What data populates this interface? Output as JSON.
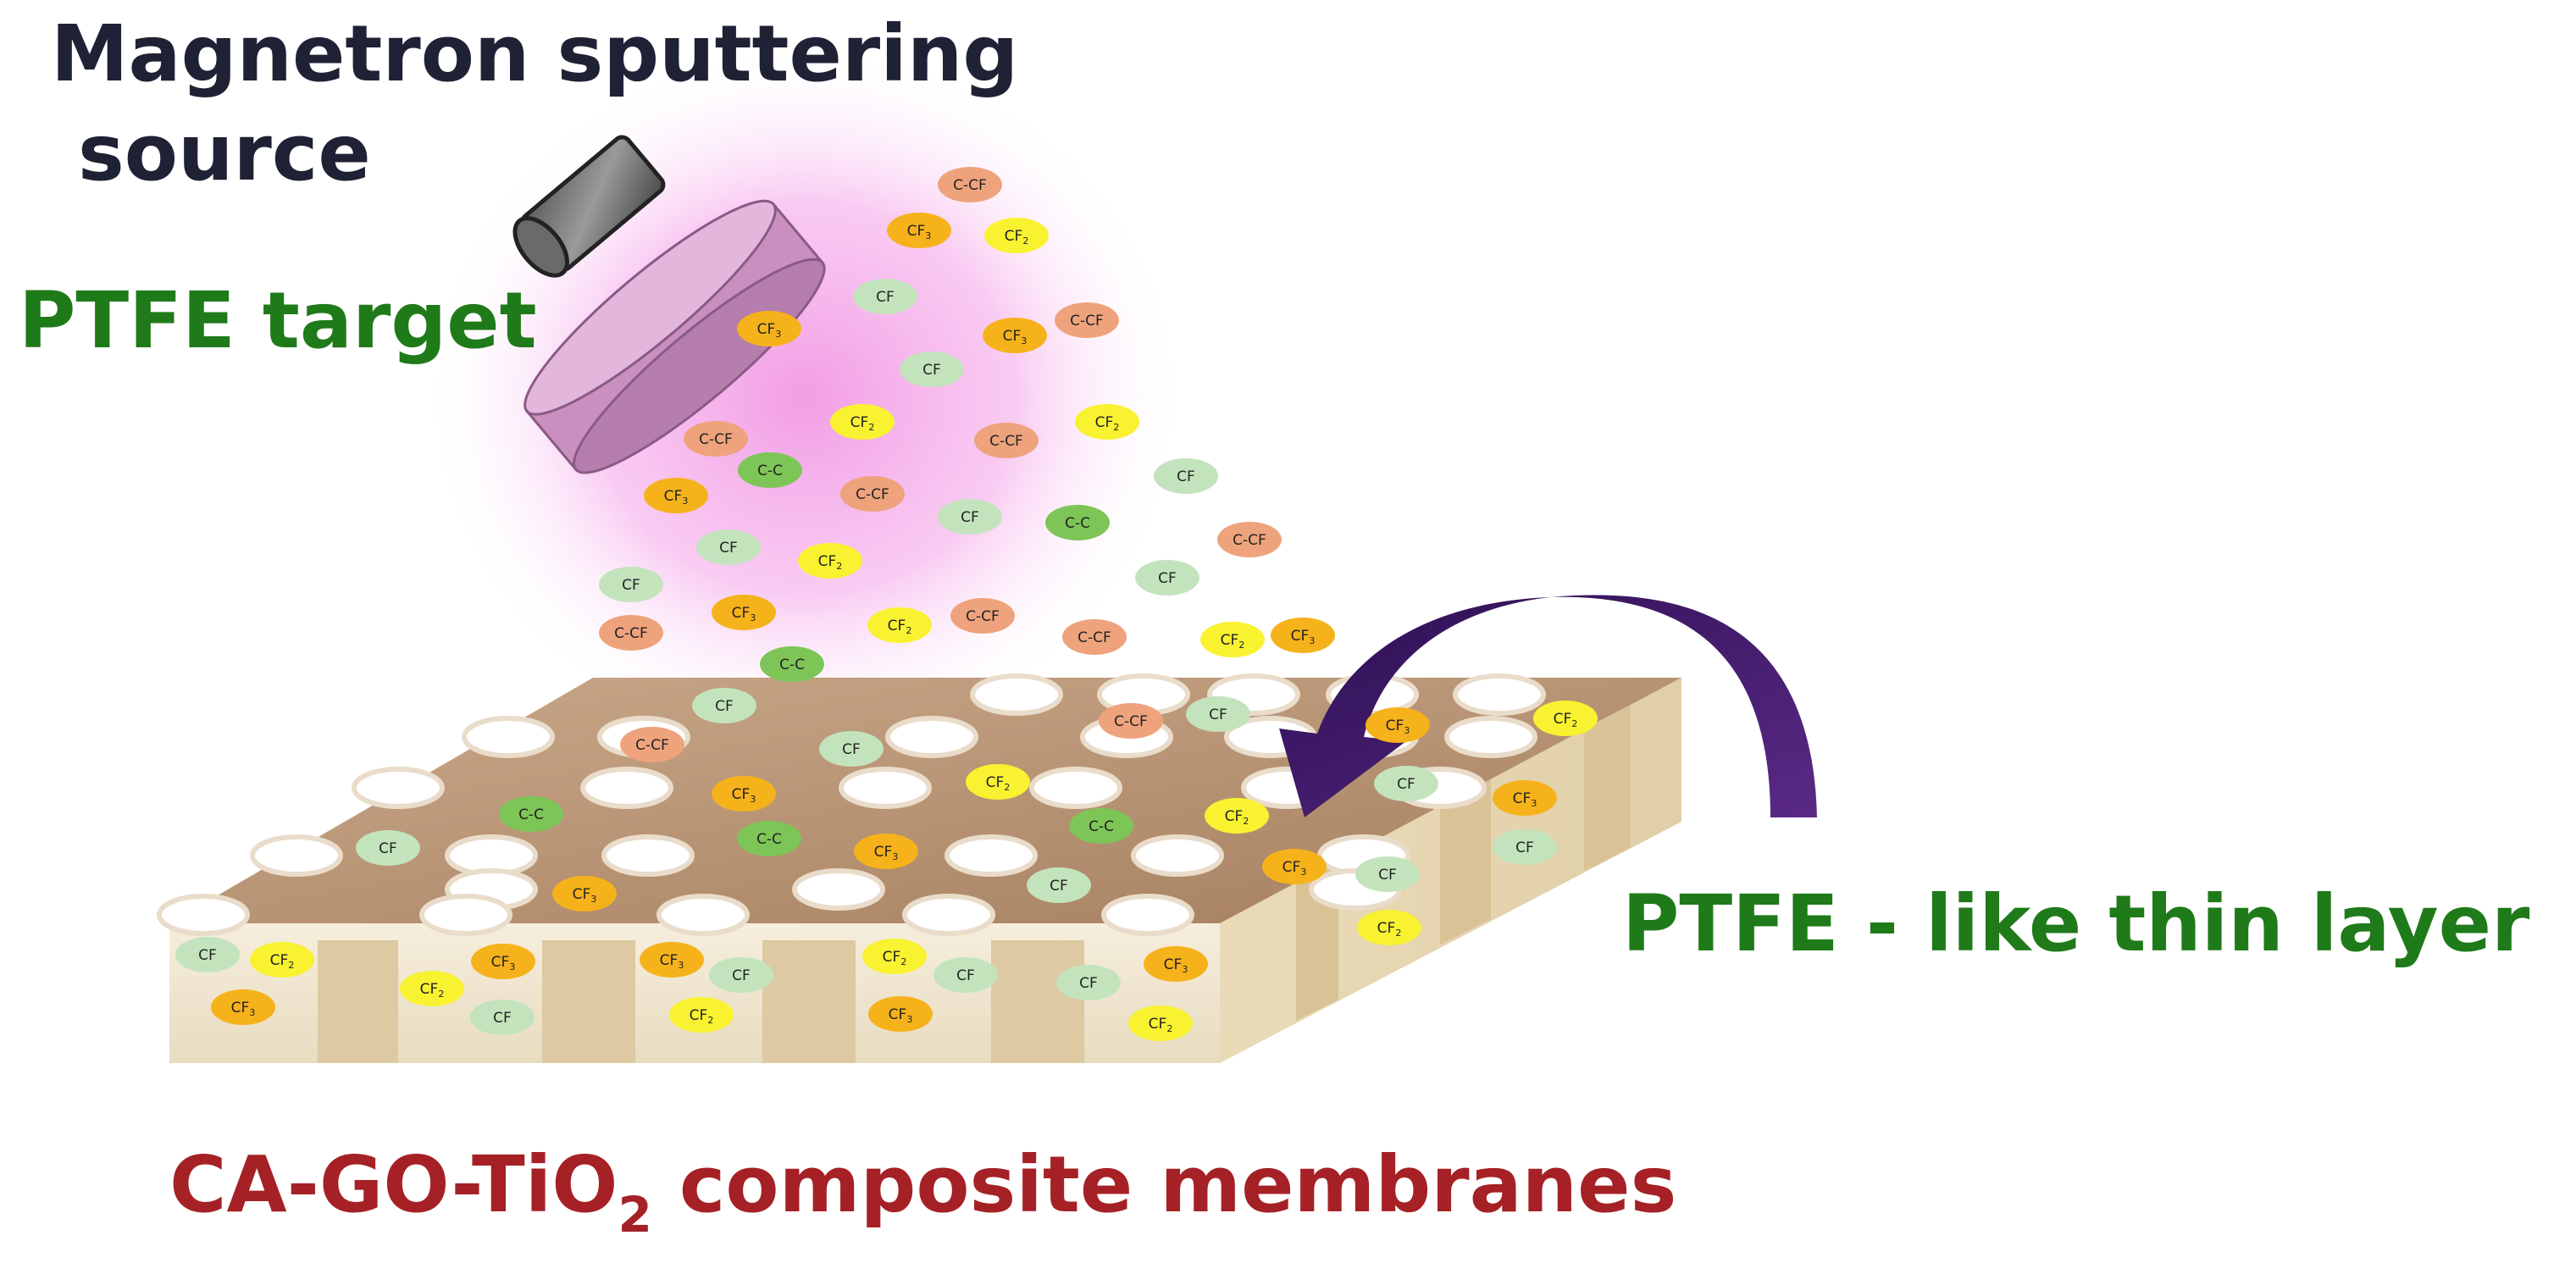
{
  "labels": {
    "source_line1": "Magnetron sputtering",
    "source_line2": "source",
    "target": "PTFE target",
    "layer": "PTFE - like thin layer",
    "membrane_prefix": "CA-GO-TiO",
    "membrane_sub": "2",
    "membrane_suffix": " composite membranes"
  },
  "colors": {
    "title_dark": "#1f2235",
    "green_label": "#1f7a1a",
    "red_label": "#a52125",
    "plasma": "#f090e0",
    "target_body": "#d9a9d2",
    "arrow": "#3f1a68",
    "membrane_top": "#b89373",
    "membrane_side": "#f3e9d2",
    "CF": "#c3e3bd",
    "CF2": "#f8f231",
    "CF3": "#f6b21b",
    "C-CF": "#eea37c",
    "C-C": "#7dc557"
  },
  "species": {
    "CF": "CF",
    "CF2": "CF",
    "CF3": "CF",
    "C-CF": "C-CF",
    "C-C": "C-C"
  }
}
